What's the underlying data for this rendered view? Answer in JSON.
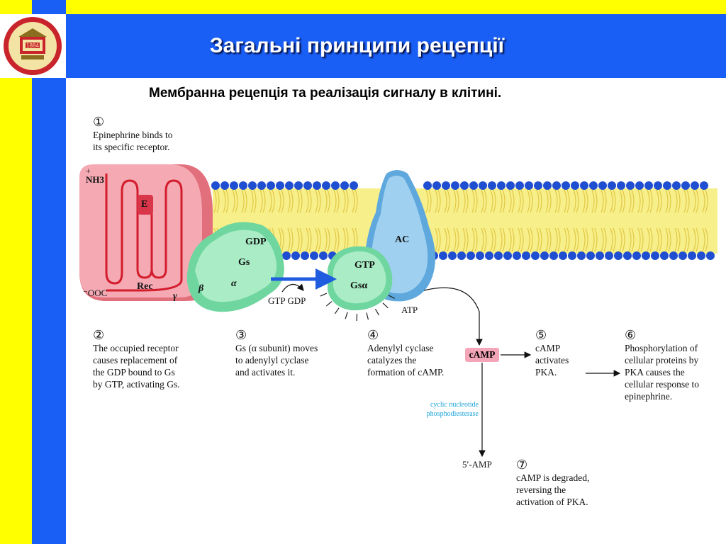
{
  "slide": {
    "title": "Загальні принципи рецепції",
    "subtitle": "Мембранна рецепція та реалізація сигналу в клітині."
  },
  "colors": {
    "yellow": "#ffff00",
    "blue": "#1a5ff5",
    "receptor": "#e87b86",
    "gprotein": "#6fd6a0",
    "cyclase": "#79b9e6",
    "membrane_bead": "#1f4fd0",
    "lipid": "#f7ef8a"
  },
  "logo": {
    "year": "1884",
    "icon": "university-seal-icon"
  },
  "steps": [
    {
      "num": "①",
      "lines": [
        "Epinephrine binds to",
        "its specific receptor."
      ]
    },
    {
      "num": "②",
      "lines": [
        "The occupied receptor",
        "causes replacement of",
        "the GDP bound to Gs",
        "by GTP, activating Gs."
      ]
    },
    {
      "num": "③",
      "lines": [
        "Gs (α subunit) moves",
        "to adenylyl cyclase",
        "and activates it."
      ]
    },
    {
      "num": "④",
      "lines": [
        "Adenylyl cyclase",
        "catalyzes the",
        "formation of cAMP."
      ]
    },
    {
      "num": "⑤",
      "lines": [
        "cAMP",
        "activates",
        "PKA."
      ]
    },
    {
      "num": "⑥",
      "lines": [
        "Phosphorylation of",
        "cellular proteins by",
        "PKA causes the",
        "cellular response to",
        "epinephrine."
      ]
    },
    {
      "num": "⑦",
      "lines": [
        "cAMP is degraded,",
        "reversing the",
        "activation of PKA."
      ]
    }
  ],
  "labels": {
    "nh3": "NH3",
    "plus": "+",
    "e": "E",
    "rec": "Rec",
    "ooc": "⁻OOC",
    "gamma": "γ",
    "beta": "β",
    "alpha": "α",
    "gdp": "GDP",
    "gs": "Gs",
    "gtp": "GTP",
    "gsa": "Gsα",
    "ac": "AC",
    "gtp_gdp": "GTP GDP",
    "atp": "ATP",
    "camp": "cAMP",
    "amp5": "5′-AMP",
    "pde_line1": "cyclic nucleotide",
    "pde_line2": "phosphodiesterase"
  }
}
